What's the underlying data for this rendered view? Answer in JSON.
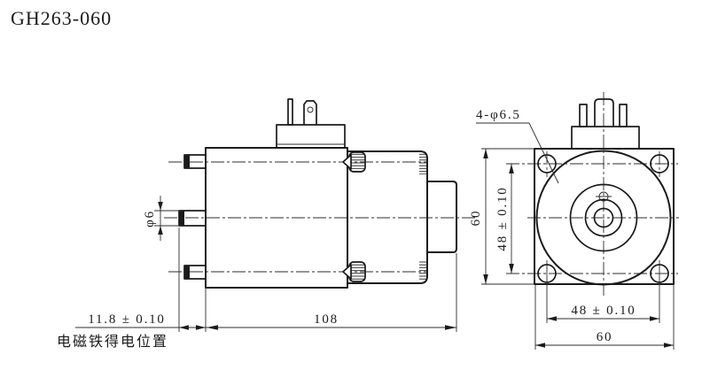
{
  "title": "GH263-060",
  "colors": {
    "line": "#1b1b1b",
    "background": "#ffffff"
  },
  "side_view": {
    "plunger_dia_label": "φ6",
    "stroke_dim": "11.8 ± 0.10",
    "stroke_note": "电磁铁得电位置",
    "length_dim": "108"
  },
  "front_view": {
    "holes_label": "4-φ6.5",
    "height_dim": "60",
    "hole_spacing_vertical_dim": "48 ± 0.10",
    "hole_spacing_horizontal_dim": "48 ± 0.10",
    "width_dim": "60"
  }
}
